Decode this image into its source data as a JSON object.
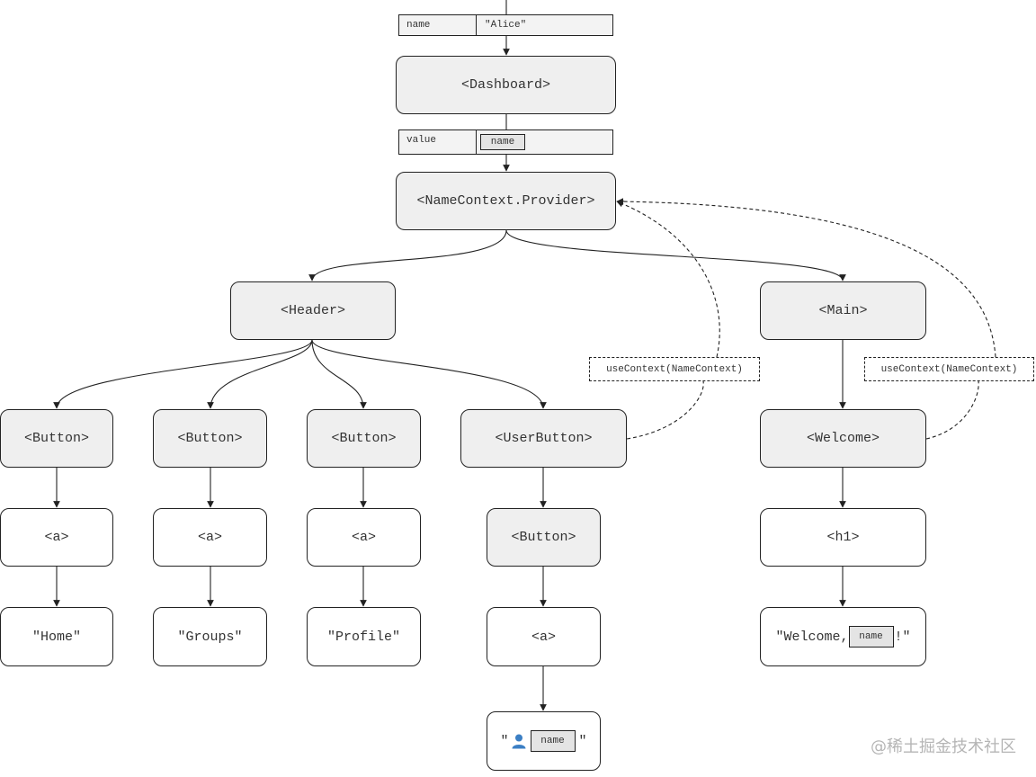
{
  "props": {
    "top": {
      "key": "name",
      "value": "\"Alice\""
    },
    "provider": {
      "key": "value",
      "chip": "name"
    }
  },
  "nodes": {
    "dashboard": "<Dashboard>",
    "provider": "<NameContext.Provider>",
    "header": "<Header>",
    "main": "<Main>",
    "button_home": "<Button>",
    "button_groups": "<Button>",
    "button_profile": "<Button>",
    "user_button": "<UserButton>",
    "welcome": "<Welcome>",
    "a_home": "<a>",
    "a_groups": "<a>",
    "a_profile": "<a>",
    "user_inner_button": "<Button>",
    "h1": "<h1>",
    "text_home": "\"Home\"",
    "text_groups": "\"Groups\"",
    "text_profile": "\"Profile\"",
    "user_a": "<a>",
    "welcome_text": {
      "prefix": "\"Welcome, ",
      "chip": "name",
      "suffix": "!\""
    },
    "user_text": {
      "prefix": "\"",
      "chip": "name",
      "suffix": "\"",
      "icon": "person-icon"
    }
  },
  "hooks": {
    "left": "useContext(NameContext)",
    "right": "useContext(NameContext)"
  },
  "watermark": "@稀土掘金技术社区"
}
